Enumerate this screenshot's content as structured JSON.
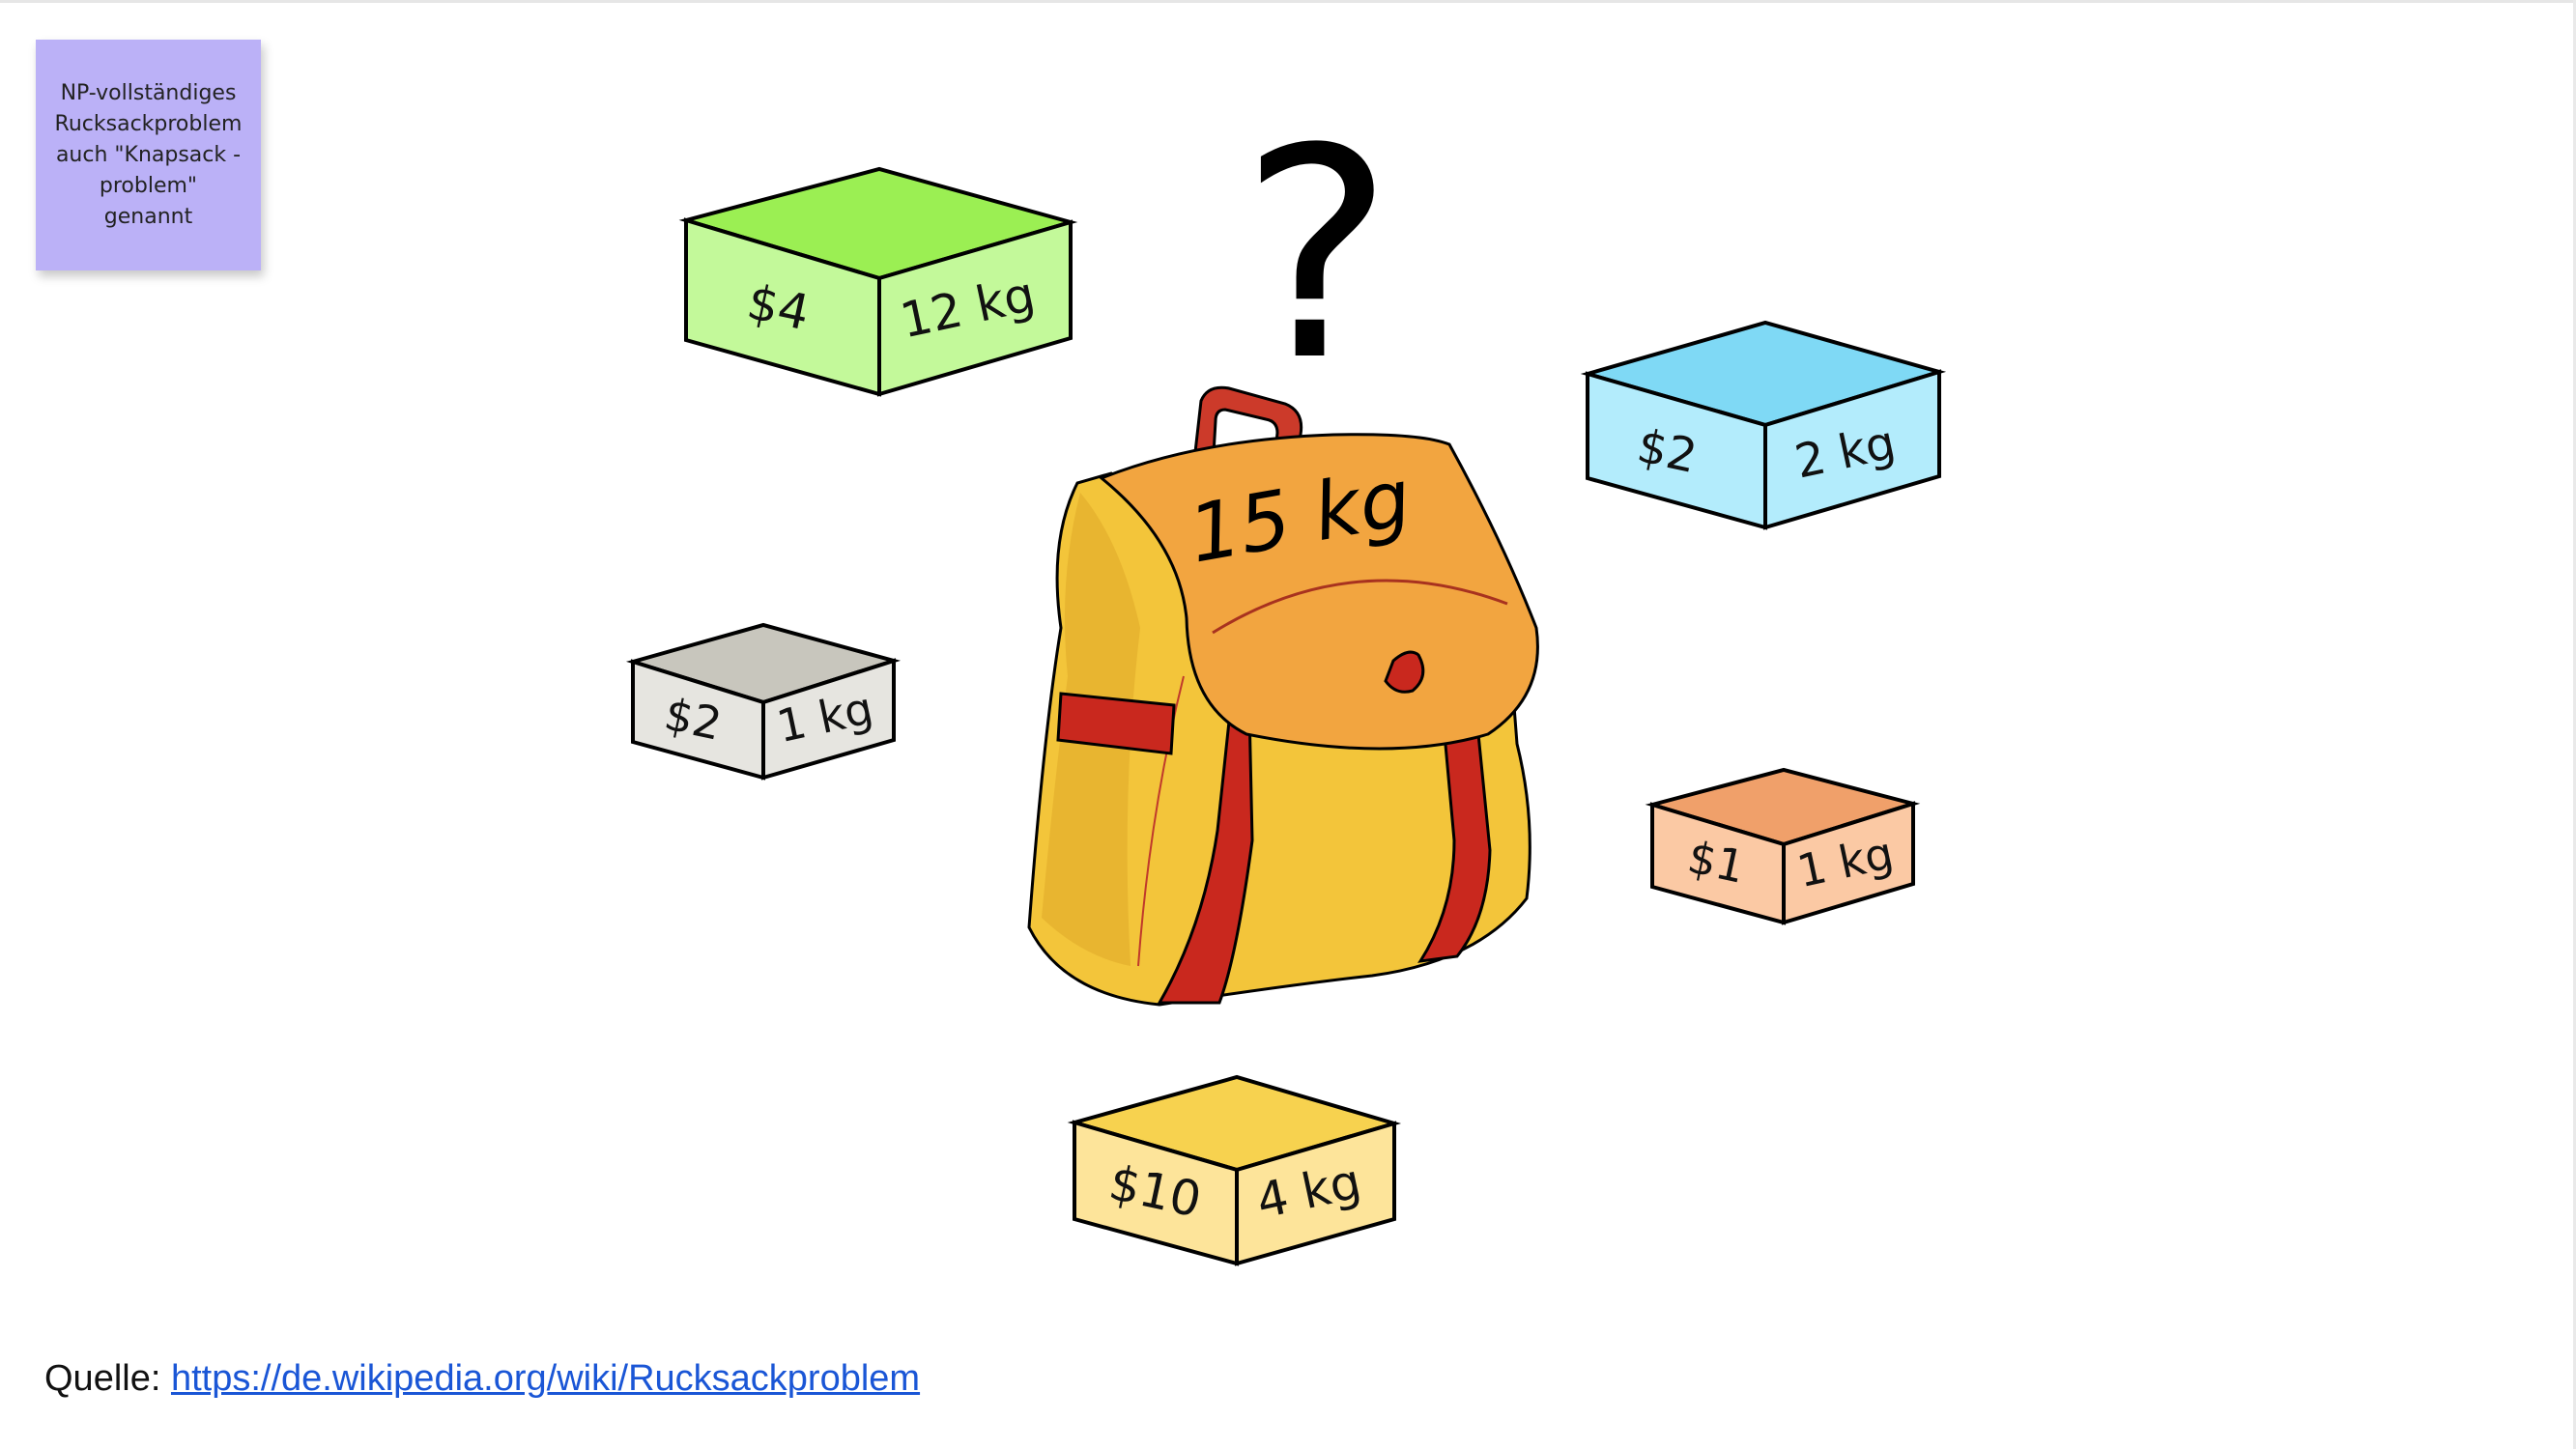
{
  "sticky_note": {
    "text": "NP-vollständiges\nRucksackproblem\nauch \"Knapsack -\nproblem\"\ngenannt",
    "color": "#bbb1f7"
  },
  "question_mark": "?",
  "backpack": {
    "capacity_label": "15 kg"
  },
  "items": [
    {
      "price": "$4",
      "weight": "12 kg",
      "color": "#9bef53"
    },
    {
      "price": "$2",
      "weight": "2 kg",
      "color": "#7fd9f5"
    },
    {
      "price": "$2",
      "weight": "1 kg",
      "color": "#c8c6bd"
    },
    {
      "price": "$1",
      "weight": "1 kg",
      "color": "#f0a06a"
    },
    {
      "price": "$10",
      "weight": "4 kg",
      "color": "#f7d24f"
    }
  ],
  "source": {
    "label": "Quelle:",
    "url": "https://de.wikipedia.org/wiki/Rucksackproblem"
  }
}
